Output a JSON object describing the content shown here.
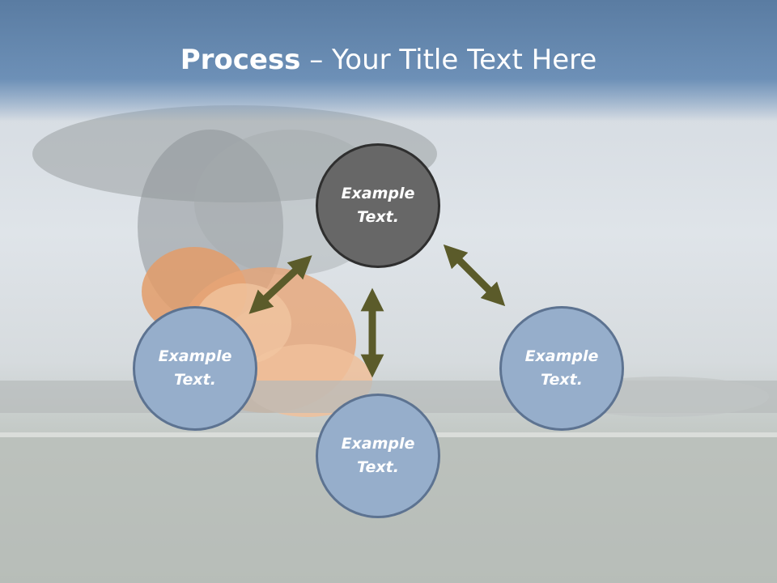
{
  "title": {
    "bold": "Process",
    "rest": " – Your Title Text Here"
  },
  "nodes": [
    {
      "id": "top",
      "text": "Example Text."
    },
    {
      "id": "left",
      "text": "Example Text."
    },
    {
      "id": "right",
      "text": "Example Text."
    },
    {
      "id": "bottom",
      "text": "Example Text."
    }
  ],
  "colors": {
    "title_band": "#5a7ca2",
    "top_node_fill": "#676767",
    "blue_node_fill": "#96aecb",
    "arrow": "#5b5b2a"
  }
}
